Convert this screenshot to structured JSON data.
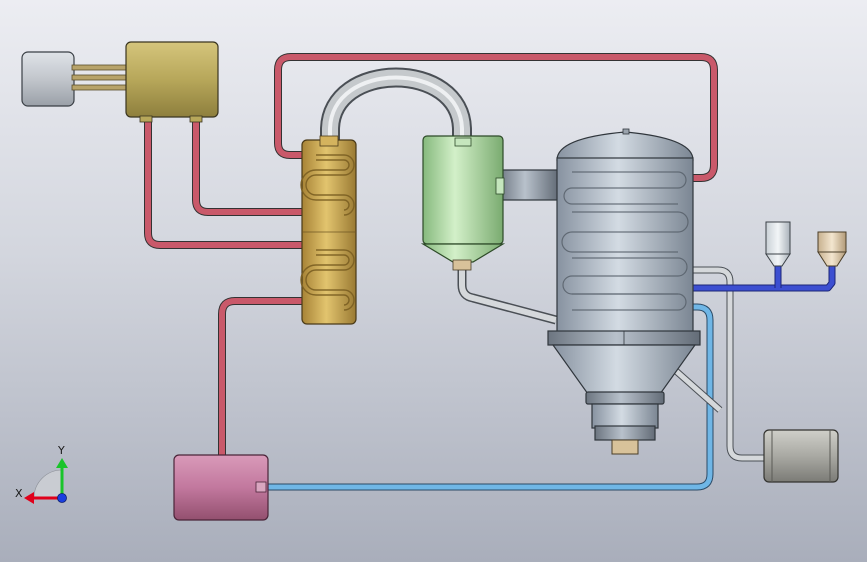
{
  "axis_triad": {
    "x_label": "X",
    "y_label": "Y",
    "x_color": "#e0001b",
    "y_color": "#19c42a",
    "z_color": "#1a3fe0"
  },
  "colors": {
    "background_top": "#ecedf2",
    "background_bottom": "#a9aebb",
    "hot_pipe": "#c9596a",
    "cold_pipe": "#6fb6e6",
    "feed_pipe": "#3c4fd1",
    "grey_pipe": "#c5c9cc",
    "motor_grey": "#c2c6cc",
    "olive_tank": "#b7a75a",
    "brass_condenser": "#c9a74e",
    "green_separator": "#a3d49a",
    "steel_tower": "#a9b3bd",
    "pink_tank": "#c2789e",
    "grey_pump": "#a9a9a3",
    "pipe_outline": "#333333"
  },
  "components": [
    {
      "name": "motor-drive",
      "shape": "cylinder"
    },
    {
      "name": "olive-heater-tank",
      "shape": "box"
    },
    {
      "name": "coil-condenser",
      "shape": "vertical-cylinder"
    },
    {
      "name": "cyclone-separator",
      "shape": "cylinder-cone"
    },
    {
      "name": "main-evaporator-tower",
      "shape": "dome-vessel-cone"
    },
    {
      "name": "feed-hopper-left",
      "shape": "funnel"
    },
    {
      "name": "feed-hopper-right",
      "shape": "funnel"
    },
    {
      "name": "pink-collection-tank",
      "shape": "cylinder"
    },
    {
      "name": "grey-pump",
      "shape": "cylinder"
    }
  ]
}
